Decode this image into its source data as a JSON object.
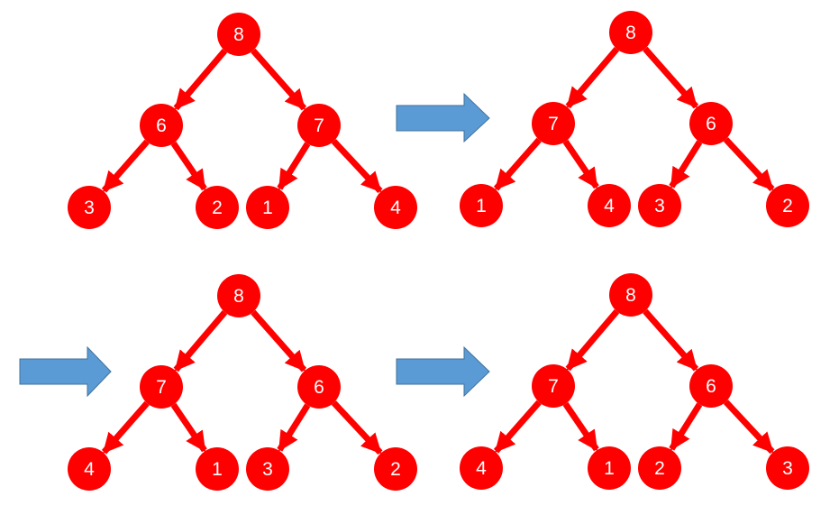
{
  "colors": {
    "node": "#ff0000",
    "edge": "#ff0000",
    "label": "#ffffff",
    "step_arrow": "#5b9bd5",
    "step_arrow_border": "#41719c"
  },
  "step_arrow_icon": "block-right-arrow",
  "trees": [
    {
      "id": "tree-1",
      "root": "8",
      "left": "6",
      "right": "7",
      "left_left": "3",
      "left_right": "2",
      "right_left": "1",
      "right_right": "4"
    },
    {
      "id": "tree-2",
      "root": "8",
      "left": "7",
      "right": "6",
      "left_left": "1",
      "left_right": "4",
      "right_left": "3",
      "right_right": "2"
    },
    {
      "id": "tree-3",
      "root": "8",
      "left": "7",
      "right": "6",
      "left_left": "4",
      "left_right": "1",
      "right_left": "3",
      "right_right": "2"
    },
    {
      "id": "tree-4",
      "root": "8",
      "left": "7",
      "right": "6",
      "left_left": "4",
      "left_right": "1",
      "right_left": "2",
      "right_right": "3"
    }
  ]
}
